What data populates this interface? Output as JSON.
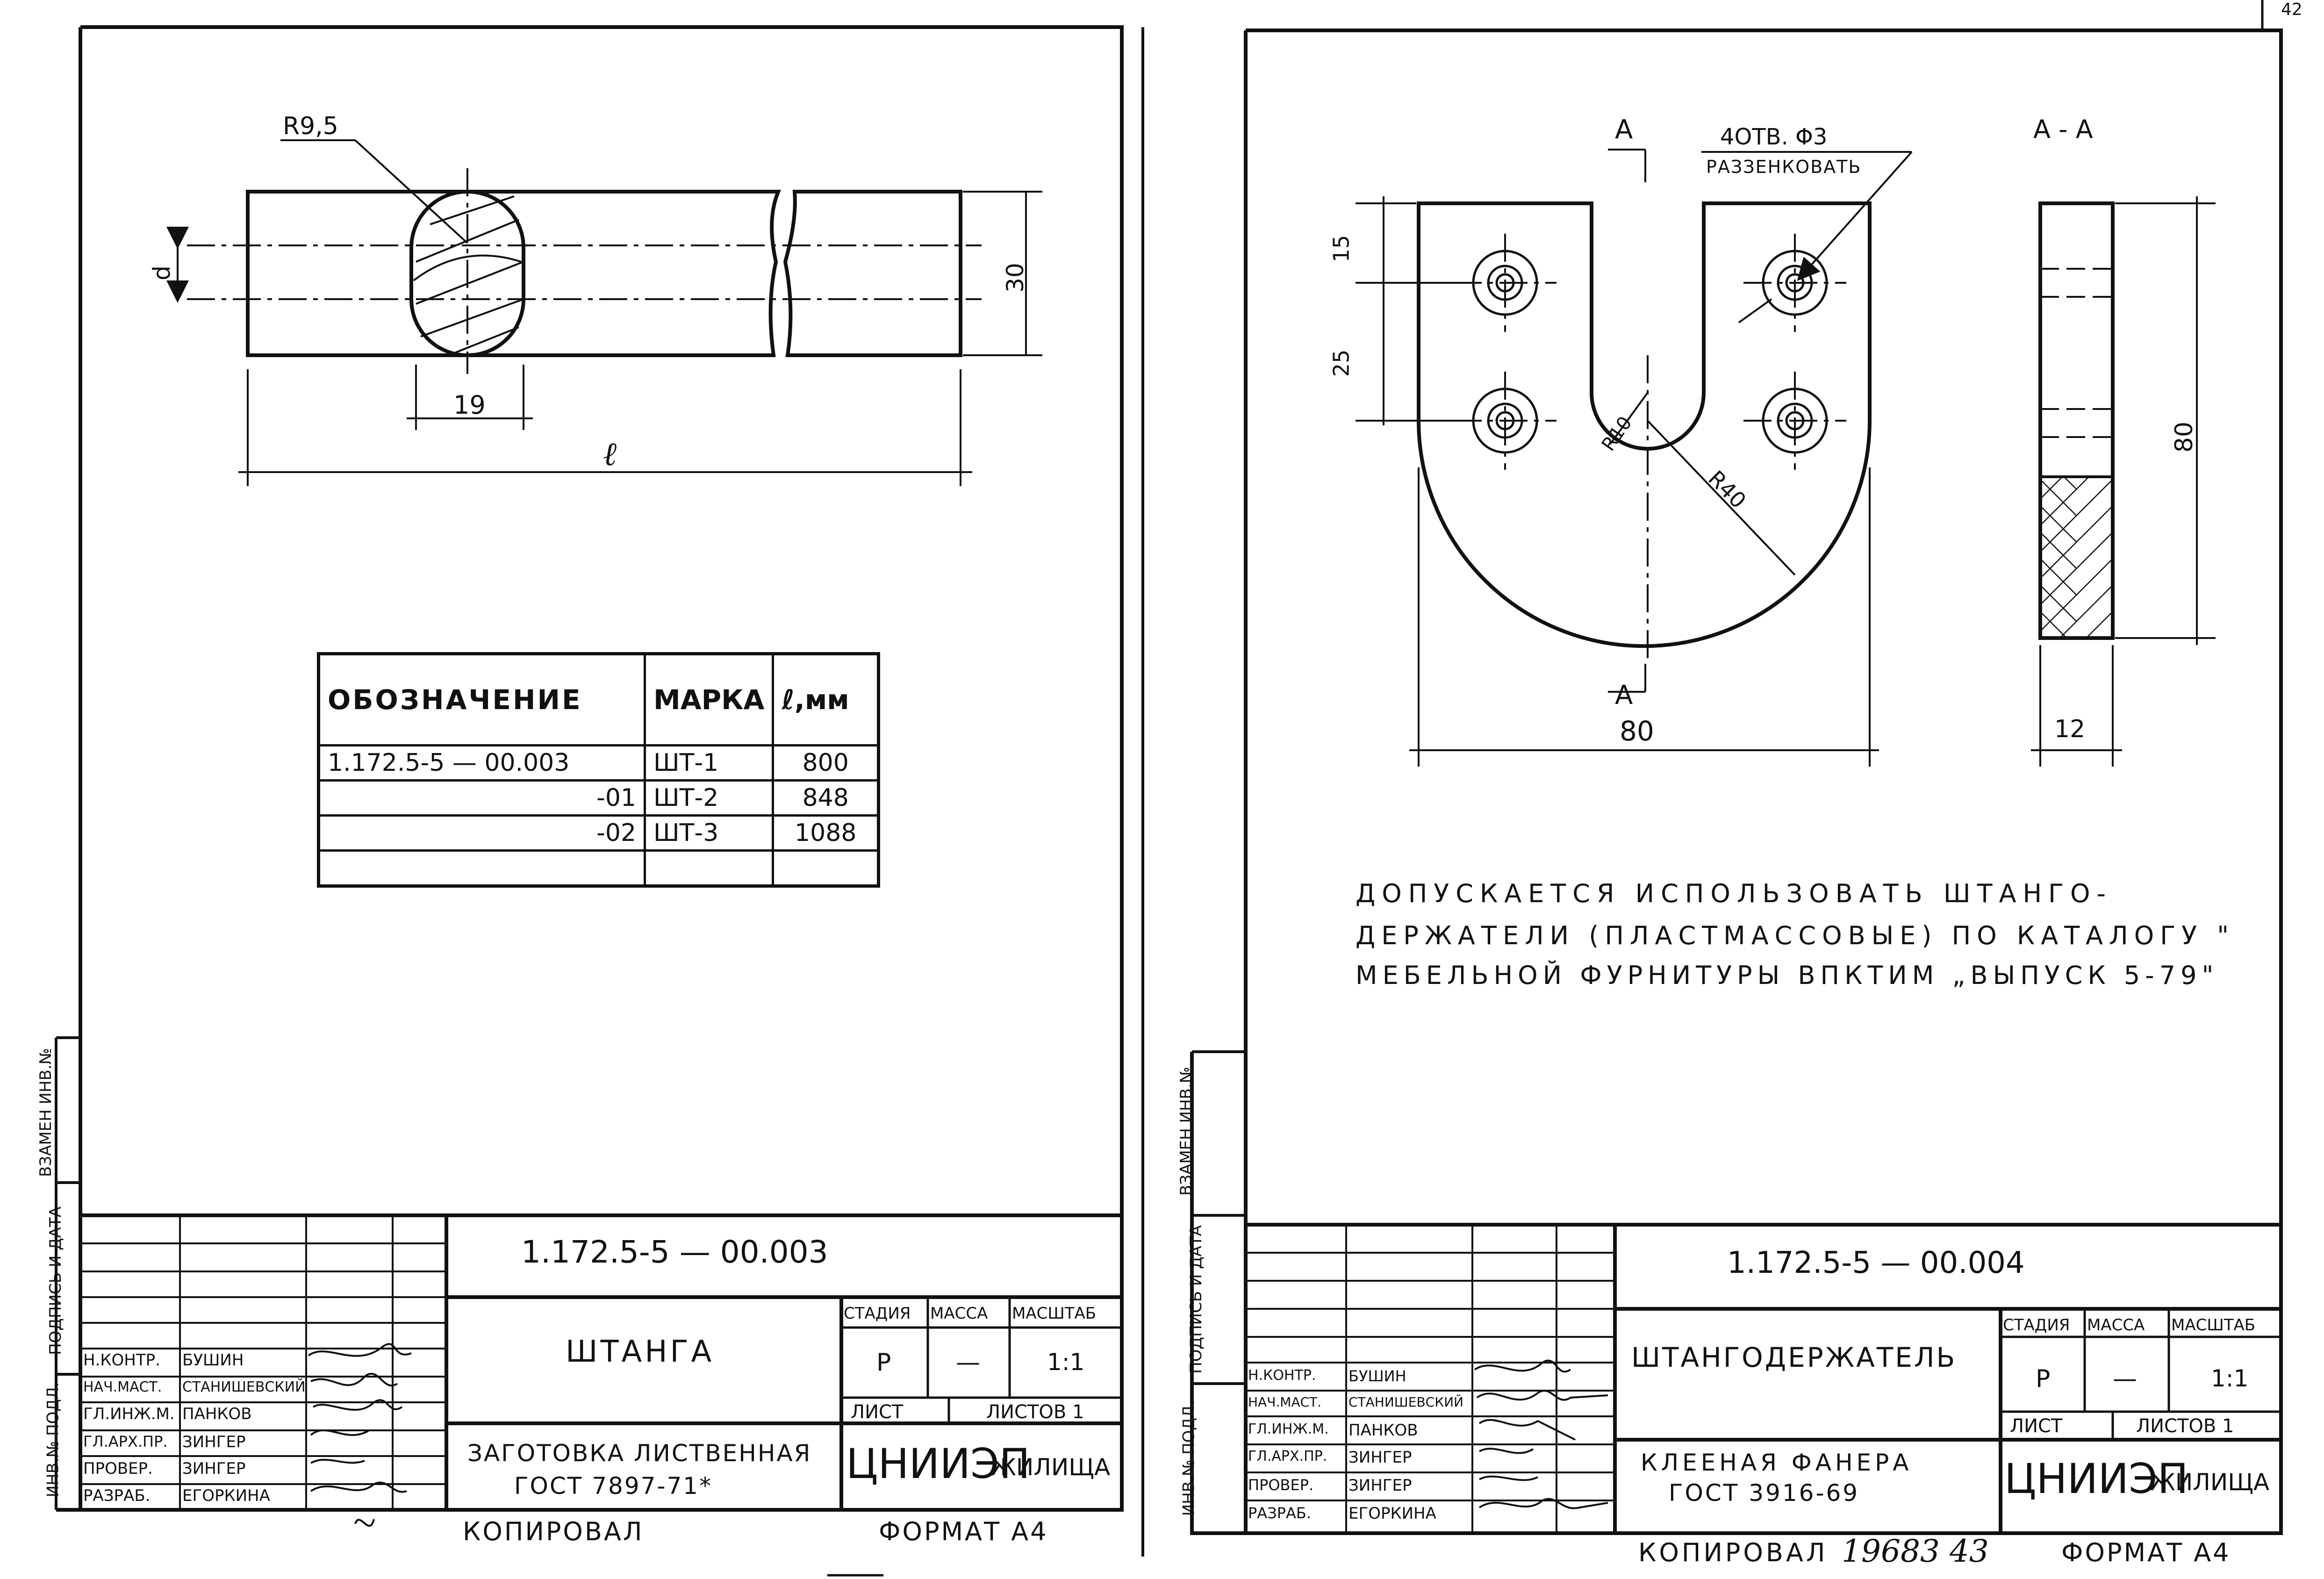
{
  "page_number": "42",
  "left_sheet": {
    "dims": {
      "r": "R9,5",
      "d": "d",
      "width": "30",
      "slot": "19",
      "length": "ℓ"
    },
    "table": {
      "headers": {
        "designation": "ОБОЗНАЧЕНИЕ",
        "mark": "МАРКА",
        "length": "ℓ,мм"
      },
      "rows": [
        {
          "designation": "1.172.5-5 — 00.003",
          "mark": "ШТ-1",
          "length": "800"
        },
        {
          "designation": "-01",
          "mark": "ШТ-2",
          "length": "848"
        },
        {
          "designation": "-02",
          "mark": "ШТ-3",
          "length": "1088"
        }
      ]
    },
    "title_block": {
      "doc_number": "1.172.5-5 — 00.003",
      "name": "ШТАНГА",
      "material": "ЗАГОТОВКА ЛИСТВЕННАЯ",
      "material_std": "ГОСТ 7897-71*",
      "stage_h": "СТАДИЯ",
      "mass_h": "МАССА",
      "scale_h": "МАСШТАБ",
      "stage": "Р",
      "mass": "—",
      "scale": "1:1",
      "sheet": "ЛИСТ",
      "sheets": "ЛИСТОВ 1",
      "org1": "ЦНИИЭП",
      "org2": "ЖИЛИЩА",
      "people": [
        {
          "role": "Н.КОНТР.",
          "name": "БУШИН"
        },
        {
          "role": "НАЧ.МАСТ.",
          "name": "СТАНИШЕВСКИЙ"
        },
        {
          "role": "ГЛ.ИНЖ.М.",
          "name": "ПАНКОВ"
        },
        {
          "role": "ГЛ.АРХ.ПР.",
          "name": "ЗИНГЕР"
        },
        {
          "role": "ПРОВЕР.",
          "name": "ЗИНГЕР"
        },
        {
          "role": "РАЗРАБ.",
          "name": "ЕГОРКИНА"
        }
      ],
      "side_labels": [
        "ИНВ.№ ПОДЛ.",
        "ПОДПИСЬ И ДАТА",
        "ВЗАМЕН ИНВ.№"
      ]
    },
    "copied": "КОПИРОВАЛ",
    "format": "ФОРМАТ А4"
  },
  "right_sheet": {
    "section_mark": "А",
    "section_label": "А - А",
    "note_holes_1": "4ОТВ. Φ3",
    "note_holes_2": "РАЗЗЕНКОВАТЬ",
    "dims": {
      "d15": "15",
      "d25": "25",
      "r10": "R10",
      "r40": "R40",
      "w80": "80",
      "h80": "80",
      "t12": "12"
    },
    "note": [
      "ДОПУСКАЕТСЯ ИСПОЛЬЗОВАТЬ ШТАНГО-",
      "ДЕРЖАТЕЛИ (ПЛАСТМАССОВЫЕ) ПО КАТАЛОГУ \"",
      "МЕБЕЛЬНОЙ ФУРНИТУРЫ ВПКТИМ „ВЫПУСК 5-79\""
    ],
    "title_block": {
      "doc_number": "1.172.5-5 — 00.004",
      "name": "ШТАНГОДЕРЖАТЕЛЬ",
      "material": "КЛЕЕНАЯ ФАНЕРА",
      "material_std": "ГОСТ 3916-69",
      "stage_h": "СТАДИЯ",
      "mass_h": "МАССА",
      "scale_h": "МАСШТАБ",
      "stage": "Р",
      "mass": "—",
      "scale": "1:1",
      "sheet": "ЛИСТ",
      "sheets": "ЛИСТОВ 1",
      "org1": "ЦНИИЭП",
      "org2": "ЖИЛИЩА",
      "people": [
        {
          "role": "Н.КОНТР.",
          "name": "БУШИН"
        },
        {
          "role": "НАЧ.МАСТ.",
          "name": "СТАНИШЕВСКИЙ"
        },
        {
          "role": "ГЛ.ИНЖ.М.",
          "name": "ПАНКОВ"
        },
        {
          "role": "ГЛ.АРХ.ПР.",
          "name": "ЗИНГЕР"
        },
        {
          "role": "ПРОВЕР.",
          "name": "ЗИНГЕР"
        },
        {
          "role": "РАЗРАБ.",
          "name": "ЕГОРКИНА"
        }
      ],
      "side_labels": [
        "ИНВ.№ ПОДЛ.",
        "ПОДПИСЬ И ДАТА",
        "ВЗАМЕН ИНВ.№"
      ]
    },
    "copied": "КОПИРОВАЛ",
    "copied_hand": "19683 43",
    "format": "ФОРМАТ А4"
  }
}
